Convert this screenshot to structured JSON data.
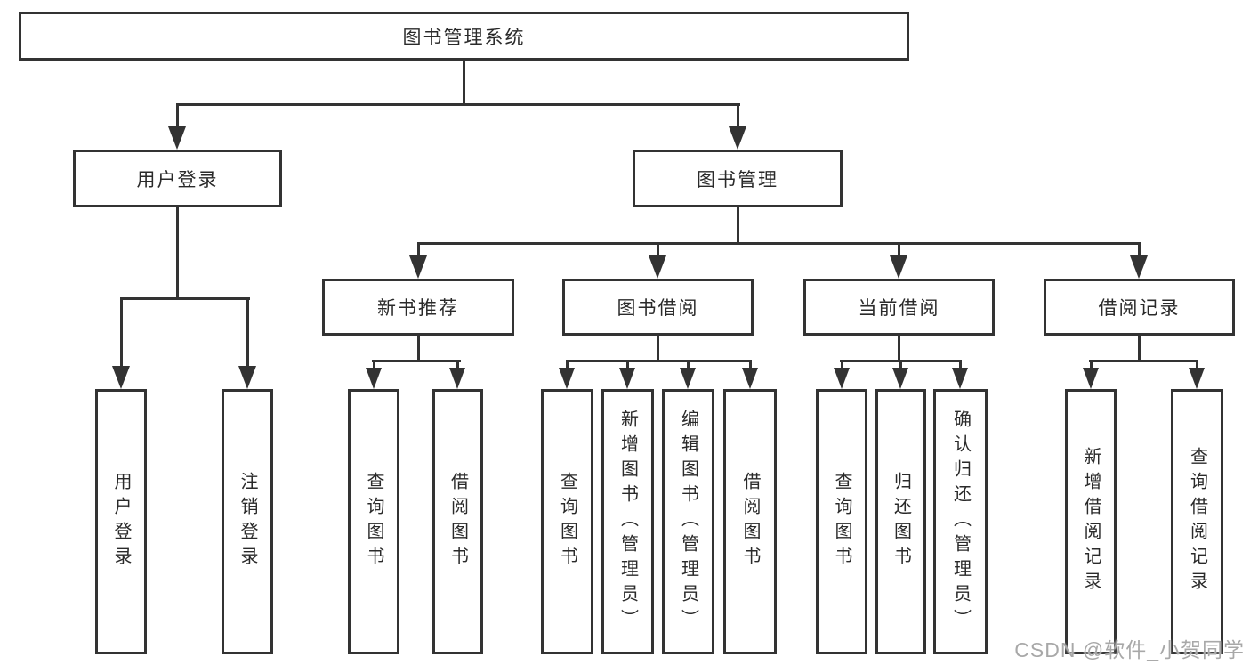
{
  "diagram_type": "functional-structure-tree",
  "colors": {
    "line": "#333333",
    "box_border": "#333333",
    "box_background": "#ffffff",
    "text": "#2a2a2a",
    "watermark": "#a8a8a8",
    "page_background": "#ffffff"
  },
  "tree": {
    "root": "图书管理系统",
    "branches": [
      {
        "label": "用户登录",
        "leaves": [
          "用户登录",
          "注销登录"
        ]
      },
      {
        "label": "图书管理",
        "groups": [
          {
            "label": "新书推荐",
            "leaves": [
              "查询图书",
              "借阅图书"
            ]
          },
          {
            "label": "图书借阅",
            "leaves": [
              "查询图书",
              "新增图书（管理员）",
              "编辑图书（管理员）",
              "借阅图书"
            ]
          },
          {
            "label": "当前借阅",
            "leaves": [
              "查询图书",
              "归还图书",
              "确认归还（管理员）"
            ]
          },
          {
            "label": "借阅记录",
            "leaves": [
              "新增借阅记录",
              "查询借阅记录"
            ]
          }
        ]
      }
    ]
  },
  "watermark": {
    "text": "CSDN @软件_小贺同学"
  }
}
